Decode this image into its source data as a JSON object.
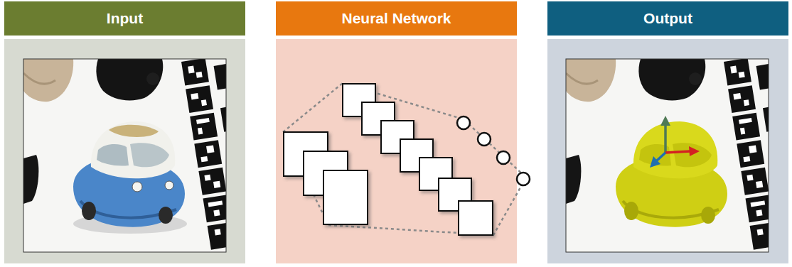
{
  "diagram": {
    "nodes": [
      {
        "text": [
          "Input"
        ]
      },
      {
        "text": [
          "Neural Network"
        ]
      },
      {
        "text": [
          "Output"
        ]
      }
    ]
  }
}
